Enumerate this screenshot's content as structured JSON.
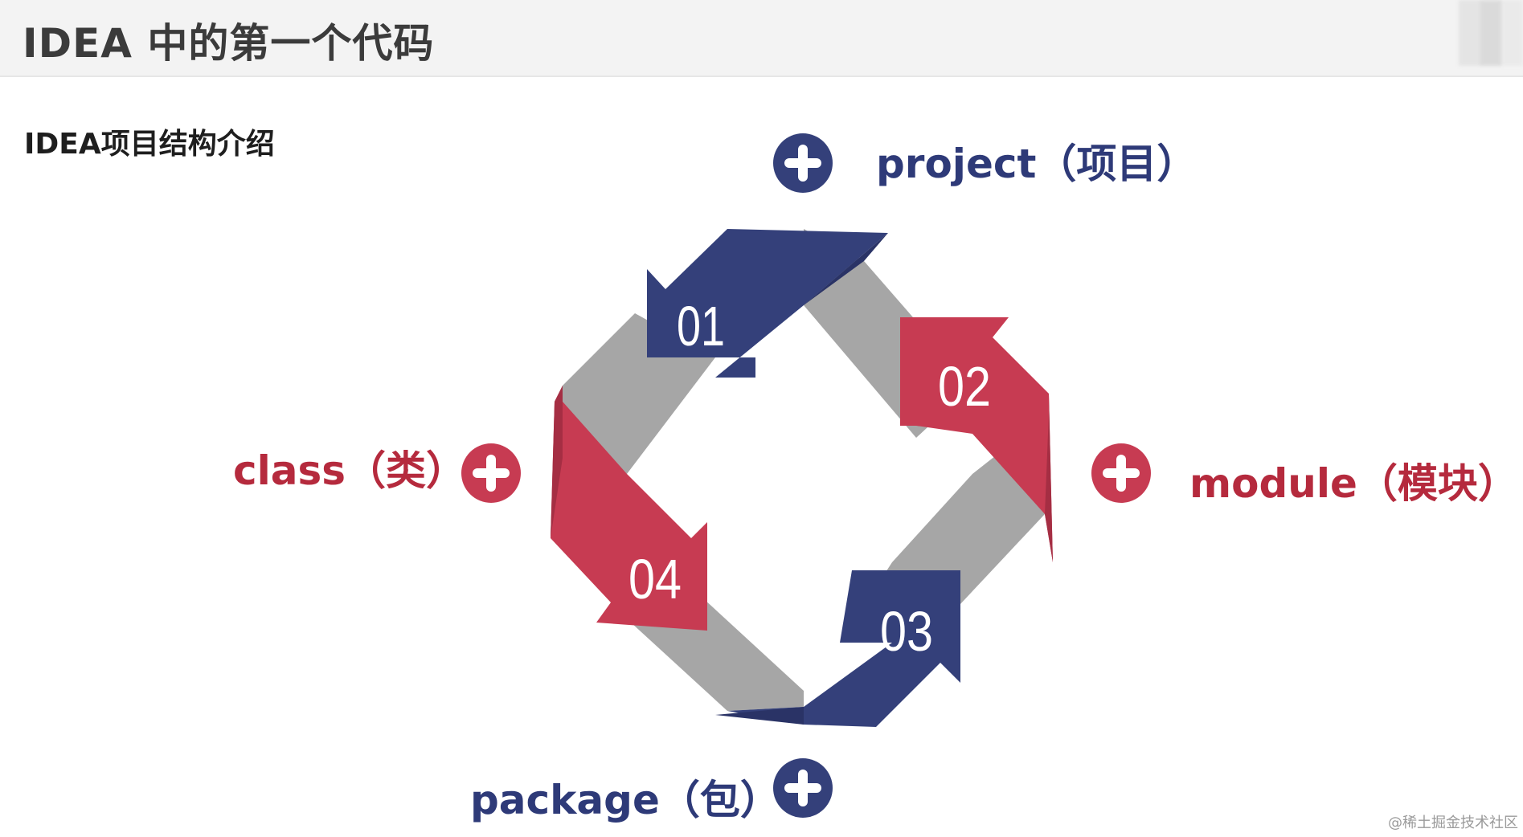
{
  "header": {
    "title": "IDEA 中的第一个代码"
  },
  "subtitle": "IDEA项目结构介绍",
  "steps": [
    {
      "number": "01",
      "label": "project（项目）",
      "color": "#34407a"
    },
    {
      "number": "02",
      "label": "module（模块）",
      "color": "#c73b52"
    },
    {
      "number": "03",
      "label": "package（包）",
      "color": "#34407a"
    },
    {
      "number": "04",
      "label": "class（类）",
      "color": "#c73b52"
    }
  ],
  "colors": {
    "navy": "#34407a",
    "red": "#c73b52",
    "gray": "#a6a6a6",
    "navy_text": "#2e3a78",
    "red_text": "#b52a3d"
  },
  "icons": {
    "plus": "plus-circle-icon"
  },
  "watermark": "@稀土掘金技术社区"
}
